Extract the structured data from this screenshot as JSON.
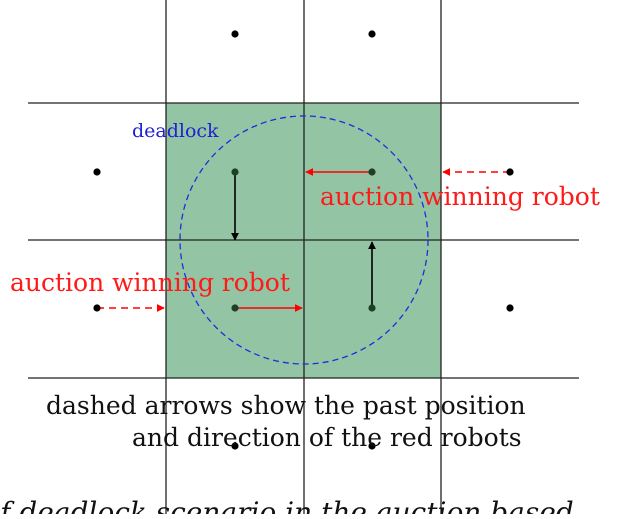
{
  "labels": {
    "deadlock": "deadlock",
    "auction_right": "auction winning robot",
    "auction_left": "auction winning robot",
    "note_line1": "dashed arrows show the past position",
    "note_line2": "and direction of the red robots",
    "cropped_caption": "f deadlock scenario in the auction based..."
  },
  "colors": {
    "zone_fill": "#93c4a4",
    "grid_line": "#222222",
    "robot_dot": "#000000",
    "robot_dot_in_zone": "#1f3f2a",
    "deadlock_circle": "#1a2fe0",
    "deadlock_label": "#2020d0",
    "red_arrow": "#ff0000",
    "red_label": "#ff1a1a",
    "black_arrow": "#000000",
    "note_text": "#111111"
  }
}
